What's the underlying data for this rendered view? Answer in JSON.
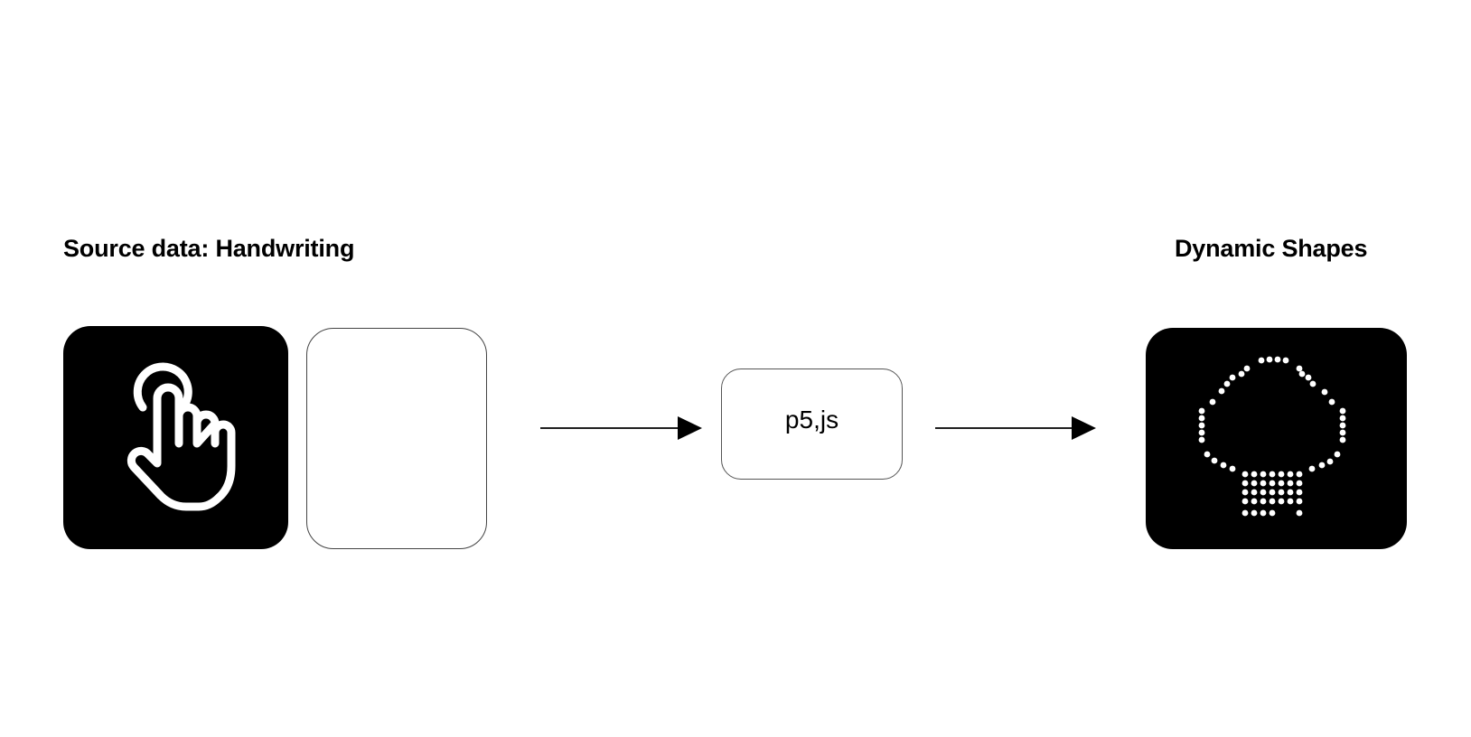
{
  "diagram": {
    "source_label": "Source data: Handwriting",
    "processor_label": "p5,js",
    "output_label": "Dynamic Shapes"
  },
  "colors": {
    "foreground": "#000000",
    "background": "#ffffff",
    "icon": "#ffffff"
  },
  "icons": {
    "touch": "pointing-hand-tap-icon",
    "output": "dotted-shape-icon"
  }
}
